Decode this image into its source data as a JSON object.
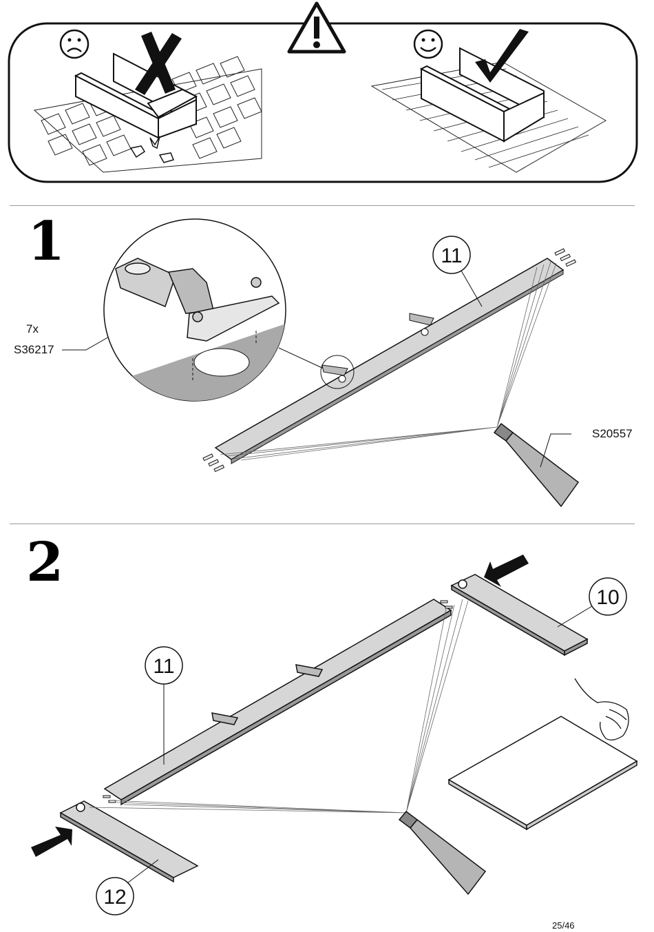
{
  "warning_panel": {
    "wrong_icon": "sad-face-icon",
    "right_icon": "smiley-face-icon",
    "alert_icon": "warning-triangle-icon",
    "wrong_mark": "cross-mark-icon",
    "right_mark": "check-mark-icon"
  },
  "step1": {
    "number": "1",
    "quantity": "7x",
    "hinge_code": "S36217",
    "glue_code": "S20557",
    "part_label": "11"
  },
  "step2": {
    "number": "2",
    "parts": {
      "left_end": "12",
      "long_board": "11",
      "right_end": "10"
    }
  },
  "footer": {
    "page": "25/46"
  },
  "colors": {
    "ink": "#111111",
    "board": "#d8d8d8",
    "shade": "#a9a9a9",
    "tube": "#b5b5b5"
  }
}
